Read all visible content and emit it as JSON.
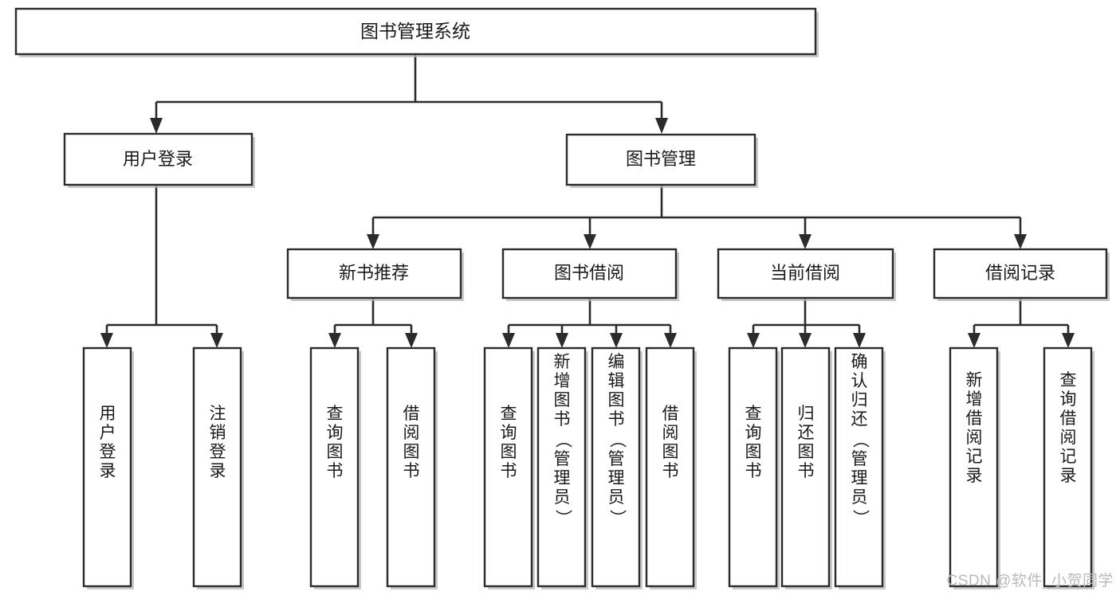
{
  "diagram": {
    "type": "tree",
    "title": "图书管理系统",
    "watermark": "CSDN @软件_小贺同学",
    "colors": {
      "box_stroke": "#2b2b2b",
      "box_fill": "#ffffff",
      "text": "#1a1a1a",
      "watermark": "#b9b9b9",
      "background": "#ffffff"
    },
    "nodes": {
      "root": {
        "label": "图书管理系统"
      },
      "level2": [
        {
          "id": "user-login",
          "label": "用户登录"
        },
        {
          "id": "book-manage",
          "label": "图书管理"
        }
      ],
      "level3": [
        {
          "id": "new-book-recommend",
          "label": "新书推荐"
        },
        {
          "id": "book-borrow",
          "label": "图书借阅"
        },
        {
          "id": "current-borrow",
          "label": "当前借阅"
        },
        {
          "id": "borrow-record",
          "label": "借阅记录"
        }
      ],
      "leaves": [
        {
          "id": "leaf-user-login",
          "label": "用户登录",
          "parent": "user-login"
        },
        {
          "id": "leaf-logout",
          "label": "注销登录",
          "parent": "user-login"
        },
        {
          "id": "leaf-query-book-1",
          "label": "查询图书",
          "parent": "new-book-recommend"
        },
        {
          "id": "leaf-borrow-book-1",
          "label": "借阅图书",
          "parent": "new-book-recommend"
        },
        {
          "id": "leaf-query-book-2",
          "label": "查询图书",
          "parent": "book-borrow"
        },
        {
          "id": "leaf-add-book",
          "label": "新增图书（管理员）",
          "parent": "book-borrow"
        },
        {
          "id": "leaf-edit-book",
          "label": "编辑图书（管理员）",
          "parent": "book-borrow"
        },
        {
          "id": "leaf-borrow-book-2",
          "label": "借阅图书",
          "parent": "book-borrow"
        },
        {
          "id": "leaf-query-book-3",
          "label": "查询图书",
          "parent": "current-borrow"
        },
        {
          "id": "leaf-return-book",
          "label": "归还图书",
          "parent": "current-borrow"
        },
        {
          "id": "leaf-confirm-return",
          "label": "确认归还（管理员）",
          "parent": "current-borrow"
        },
        {
          "id": "leaf-add-record",
          "label": "新增借阅记录",
          "parent": "borrow-record"
        },
        {
          "id": "leaf-query-record",
          "label": "查询借阅记录",
          "parent": "borrow-record"
        }
      ]
    }
  }
}
